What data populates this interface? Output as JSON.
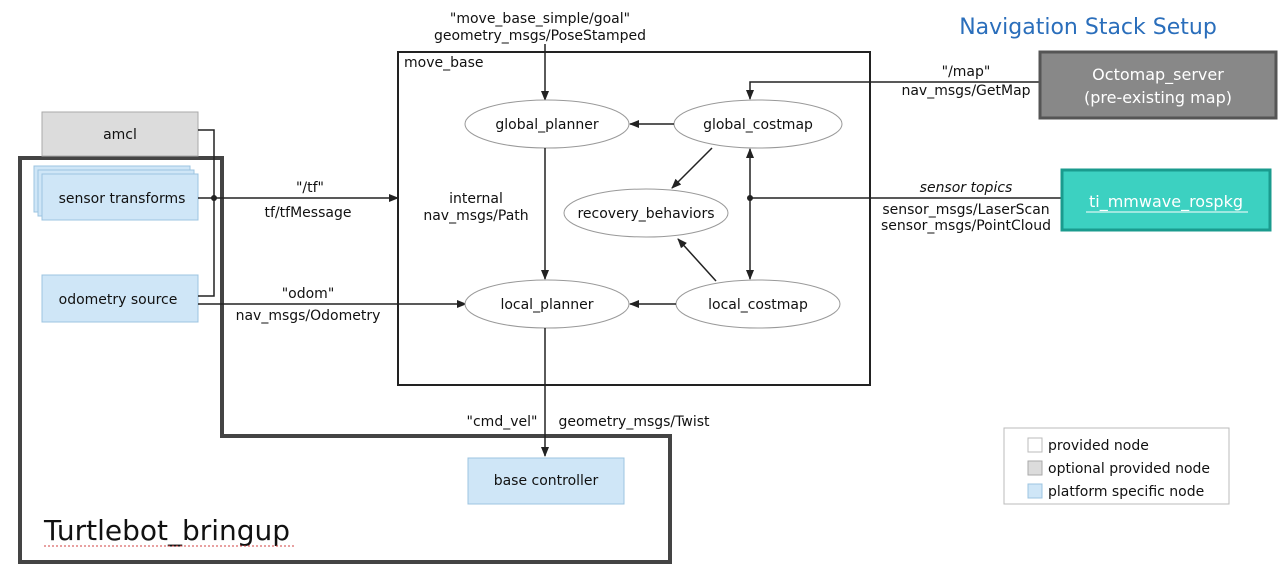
{
  "title": "Navigation Stack Setup",
  "nodes": {
    "move_base": "move_base",
    "global_planner": "global_planner",
    "global_costmap": "global_costmap",
    "recovery_behaviors": "recovery_behaviors",
    "local_planner": "local_planner",
    "local_costmap": "local_costmap",
    "amcl": "amcl",
    "sensor_transforms": "sensor transforms",
    "odometry_source": "odometry source",
    "base_controller": "base controller",
    "octomap_line1": "Octomap_server",
    "octomap_line2": "(pre-existing map)",
    "ti_mmwave": "ti_mmwave_rospkg",
    "turtlebot_bringup": "Turtlebot_bringup"
  },
  "edges": {
    "goal_topic": "\"move_base_simple/goal\"",
    "goal_type": "geometry_msgs/PoseStamped",
    "map_topic": "\"/map\"",
    "map_type": "nav_msgs/GetMap",
    "sensor_topics": "sensor topics",
    "laser_type": "sensor_msgs/LaserScan",
    "cloud_type": "sensor_msgs/PointCloud",
    "tf_topic": "\"/tf\"",
    "tf_type": "tf/tfMessage",
    "internal_label": "internal",
    "path_type": "nav_msgs/Path",
    "odom_topic": "\"odom\"",
    "odom_type": "nav_msgs/Odometry",
    "cmd_vel_topic": "\"cmd_vel\"",
    "twist_type": "geometry_msgs/Twist"
  },
  "legend": {
    "provided": "provided node",
    "optional": "optional provided node",
    "platform": "platform specific node"
  },
  "colors": {
    "platform_fill": "#cfe6f7",
    "optional_fill": "#dcdcdc",
    "octomap_fill": "#888888",
    "ti_fill": "#3cd1c1",
    "title": "#2a6ebb"
  }
}
